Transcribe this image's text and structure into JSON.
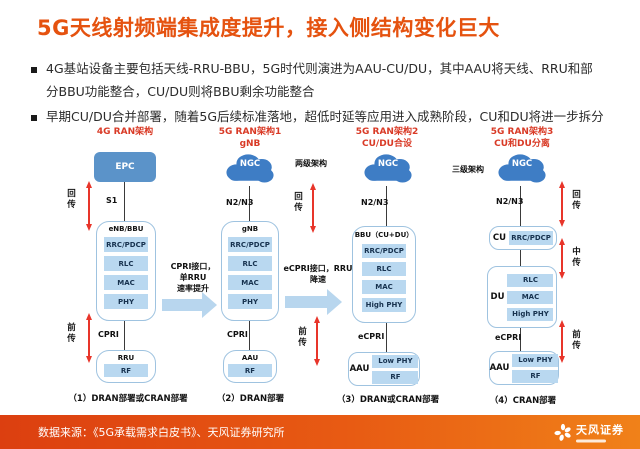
{
  "title": "5G天线射频端集成度提升，接入侧结构变化巨大",
  "bullets": [
    "4G基站设备主要包括天线-RRU-BBU，5G时代则演进为AAU-CU/DU，其中AAU将天线、RRU和部分BBU功能整合，CU/DU则将BBU剩余功能整合",
    "早期CU/DU合并部署，随着5G后续标准落地，超低时延等应用进入成熟阶段，CU和DU将进一步拆分"
  ],
  "diagram": {
    "columns": [
      {
        "header1": "4G RAN架构",
        "header2": "",
        "core": "EPC",
        "core_link": "S1",
        "unit_title": "eNB/BBU",
        "unit_boxes": [
          "RRC/PDCP",
          "RLC",
          "MAC",
          "PHY"
        ],
        "lower_link": "CPRI",
        "ru_title": "RRU",
        "ru_boxes": [
          "RF"
        ],
        "caption": "（1）DRAN部署或CRAN部署"
      },
      {
        "header1": "5G RAN架构1",
        "header2": "gNB",
        "core": "NGC",
        "core_link": "N2/N3",
        "unit_title": "gNB",
        "unit_boxes": [
          "RRC/PDCP",
          "RLC",
          "MAC",
          "PHY"
        ],
        "lower_link": "CPRI",
        "ru_title": "AAU",
        "ru_boxes": [
          "RF"
        ],
        "caption": "（2）DRAN部署"
      },
      {
        "header1": "5G RAN架构2",
        "header2": "CU/DU合设",
        "core": "NGC",
        "core_link": "N2/N3",
        "unit_title": "BBU（CU+DU）",
        "unit_boxes": [
          "RRC/PDCP",
          "RLC",
          "MAC",
          "High PHY"
        ],
        "lower_link": "eCPRI",
        "ru_title": "AAU",
        "ru_boxes": [
          "Low PHY",
          "RF"
        ],
        "caption": "（3）DRAN或CRAN部署"
      },
      {
        "header1": "5G RAN架构3",
        "header2": "CU和DU分离",
        "core": "NGC",
        "core_link": "N2/N3",
        "cu_label": "CU",
        "cu_box": "RRC/PDCP",
        "du_label": "DU",
        "du_boxes": [
          "RLC",
          "MAC",
          "High PHY"
        ],
        "lower_link": "eCPRI",
        "ru_title": "AAU",
        "ru_boxes": [
          "Low PHY",
          "RF"
        ],
        "caption": "（4）CRAN部署"
      }
    ],
    "haul": {
      "backhaul": "回传",
      "midhaul": "中传",
      "fronthaul": "前传"
    },
    "tiers": {
      "two": "两级架构",
      "three": "三级架构"
    },
    "transition_arrows": [
      {
        "line1": "CPRI接口，",
        "line2": "单RRU",
        "line3": "速率提升"
      },
      {
        "line1": "eCPRI接口，RRU",
        "line2": "降速"
      }
    ]
  },
  "footer": {
    "source": "数据来源：《5G承载需求白皮书》、天风证券研究所",
    "logo_text": "天风证券"
  },
  "colors": {
    "title_orange": "#E5520F",
    "header_red": "#D93A26",
    "node_blue": "#5B93C9",
    "cloud_blue": "#3E7DC5",
    "chip_blue": "#B9D8F0",
    "arrow_red": "#E8352A",
    "block_arrow_blue": "#B8D6EE",
    "footer_gradient_left": "#DC3F10",
    "footer_gradient_right": "#F08119"
  }
}
